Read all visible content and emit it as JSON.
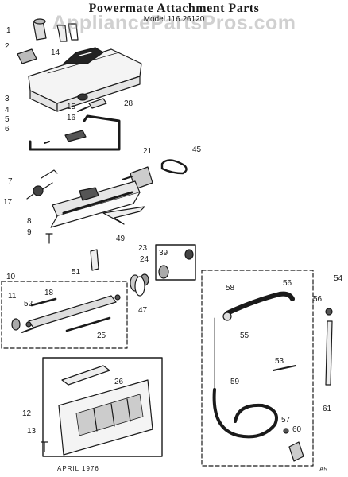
{
  "title": "Powermate Attachment Parts",
  "model_line": "Model 116.26120",
  "watermark": "AppliancePartsPros.com",
  "date_label": "APRIL 1976",
  "code_label": "A5",
  "callouts": [
    "1",
    "2",
    "3",
    "4",
    "5",
    "6",
    "7",
    "8",
    "9",
    "10",
    "11",
    "12",
    "13",
    "14",
    "15",
    "16",
    "17",
    "18",
    "21",
    "23",
    "24",
    "25",
    "26",
    "28",
    "39",
    "45",
    "47",
    "49",
    "51",
    "52",
    "53",
    "54",
    "55",
    "56",
    "56",
    "57",
    "58",
    "59",
    "60",
    "61"
  ]
}
